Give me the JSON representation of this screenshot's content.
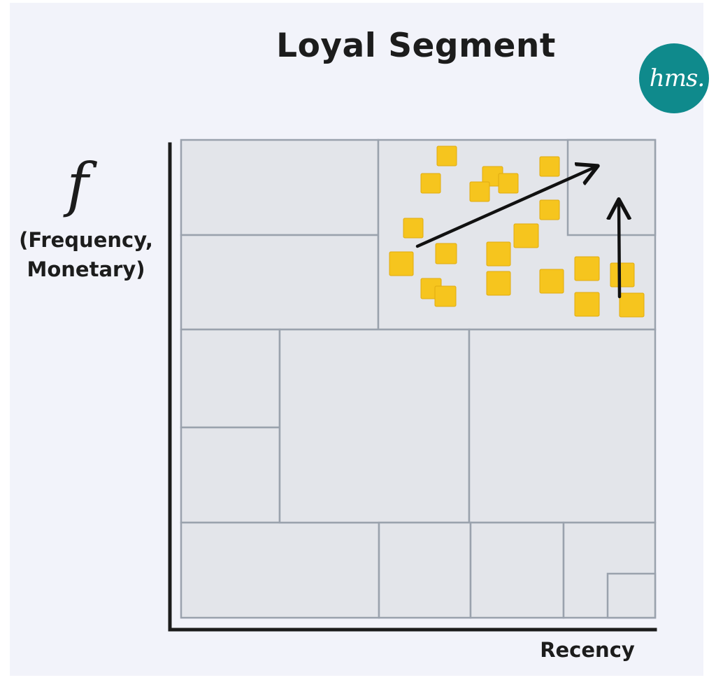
{
  "title": "Loyal Segment",
  "logo": {
    "text": "hms.",
    "color": "#0f8a8c"
  },
  "y_axis": {
    "symbol": "f",
    "line1": "(Frequency,",
    "line2": "Monetary)"
  },
  "x_axis": {
    "label": "Recency"
  },
  "colors": {
    "background": "#f2f3fa",
    "cell_fill": "#e3e5ea",
    "cell_border": "#9aa2ad",
    "sticky_note": "#f6c51e",
    "axis": "#1c1c1c",
    "arrow": "#111111"
  },
  "annotations": [
    {
      "name": "diagonal-arrow",
      "description": "arrow toward upper-right corner cell"
    },
    {
      "name": "vertical-arrow",
      "description": "arrow upward into upper-right corner cell"
    }
  ]
}
